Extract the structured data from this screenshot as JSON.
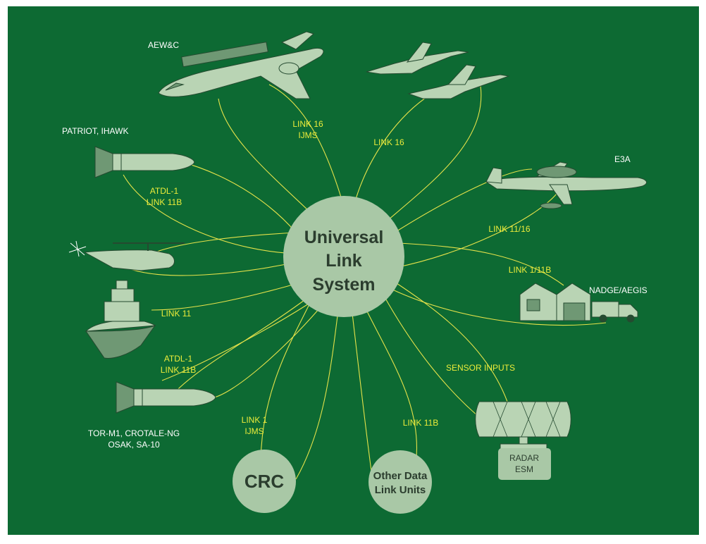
{
  "colors": {
    "background": "#0d6a33",
    "frame": "#ffffff",
    "link_line": "#e5e24a",
    "link_text": "#ecec3a",
    "node_fill": "#a9c8a6",
    "label_white": "#ffffff",
    "node_text": "#2b3d2e",
    "icon_fill": "#b9d4b4",
    "icon_dark": "#6f9874",
    "icon_stroke": "#254a30"
  },
  "hub": {
    "line1": "Universal",
    "line2": "Link",
    "line3": "System"
  },
  "nodes": {
    "crc": "CRC",
    "other_line1": "Other Data",
    "other_line2": "Link Units",
    "radar_line1": "RADAR",
    "radar_line2": "ESM"
  },
  "platforms": {
    "aewc": "AEW&C",
    "patriot": "PATRIOT, IHAWK",
    "e3a": "E3A",
    "nadge": "NADGE/AEGIS",
    "tor_line1": "TOR-M1, CROTALE-NG",
    "tor_line2": "OSAK, SA-10"
  },
  "links": {
    "link16_ijms_1": "LINK 16",
    "link16_ijms_2": "IJMS",
    "link16": "LINK 16",
    "atdl1_top_1": "ATDL-1",
    "atdl1_top_2": "LINK 11B",
    "link11_16": "LINK 11/16",
    "link1_11b": "LINK 1/11B",
    "link11": "LINK 11",
    "atdl1_bottom_1": "ATDL-1",
    "atdl1_bottom_2": "LINK 11B",
    "sensor_inputs": "SENSOR INPUTS",
    "link1_ijms_1": "LINK 1",
    "link1_ijms_2": "IJMS",
    "link11b": "LINK 11B"
  }
}
